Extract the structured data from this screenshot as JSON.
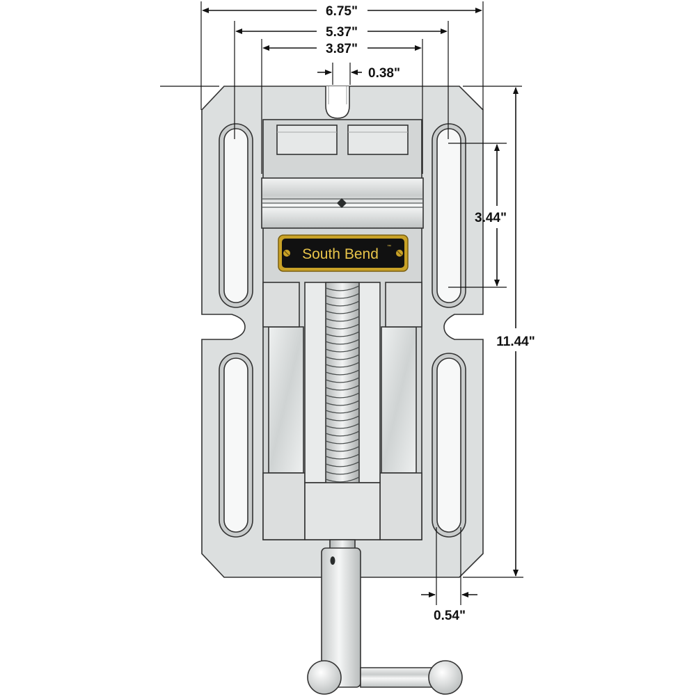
{
  "diagram": {
    "brand_plate": {
      "label": "South Bend",
      "trademark": "™",
      "colors": {
        "plate": "#111111",
        "text": "#e8c44a",
        "border": "#c9a227"
      }
    },
    "dimensions": {
      "overall_width": "6.75\"",
      "outer_slot_spacing": "5.37\"",
      "jaw_width": "3.87\"",
      "center_slot_width": "0.38\"",
      "jaw_opening": "3.44\"",
      "overall_length": "11.44\"",
      "slot_width": "0.54\""
    },
    "colors": {
      "base": "#dcdfdf",
      "slot": "#f4f5f5",
      "jaw": "#d3d6d6",
      "screw": "#c7caca",
      "outline": "#333333"
    }
  }
}
